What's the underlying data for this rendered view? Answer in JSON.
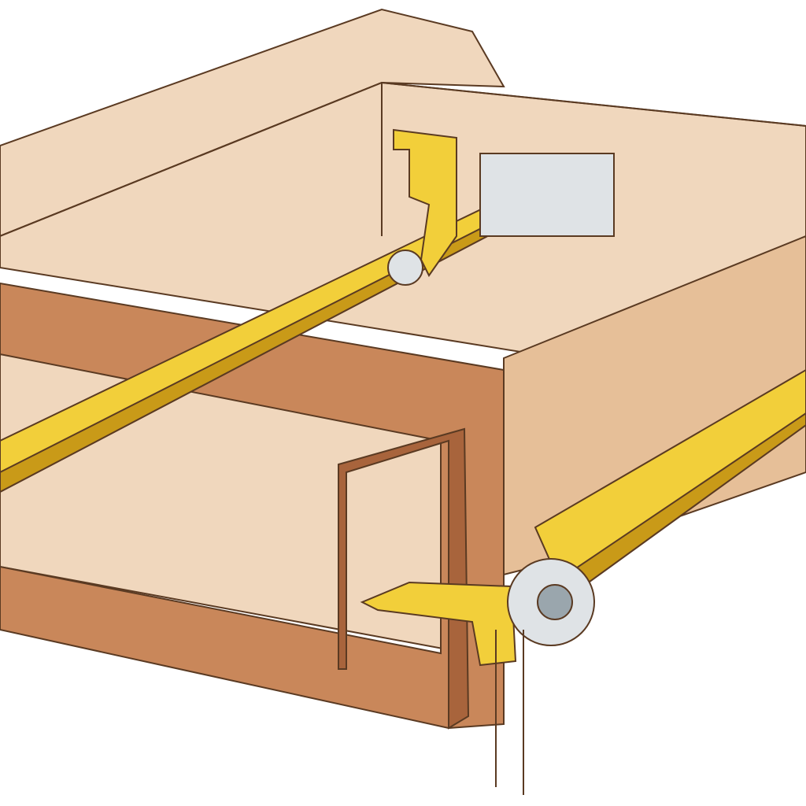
{
  "illustration": {
    "subject": "drawer-slide-installation",
    "colors": {
      "background": "#ffffff",
      "wood_light": "#f0d7bd",
      "wood_mid": "#e6bf98",
      "wood_edge": "#c9875a",
      "wood_dark": "#a8643c",
      "rail_yellow": "#f2cf3a",
      "rail_shadow": "#c99a18",
      "plate_gray": "#dfe3e6",
      "wheel_gray": "#9aa6ad",
      "outline": "#5a3a22"
    },
    "parts": [
      "cabinet-top-panel",
      "cabinet-back-wall",
      "drawer-box",
      "drawer-front-frame",
      "left-slide-rail",
      "right-slide-rail",
      "rear-bracket",
      "rear-socket-plate",
      "front-bracket",
      "front-roller",
      "rear-roller"
    ]
  }
}
